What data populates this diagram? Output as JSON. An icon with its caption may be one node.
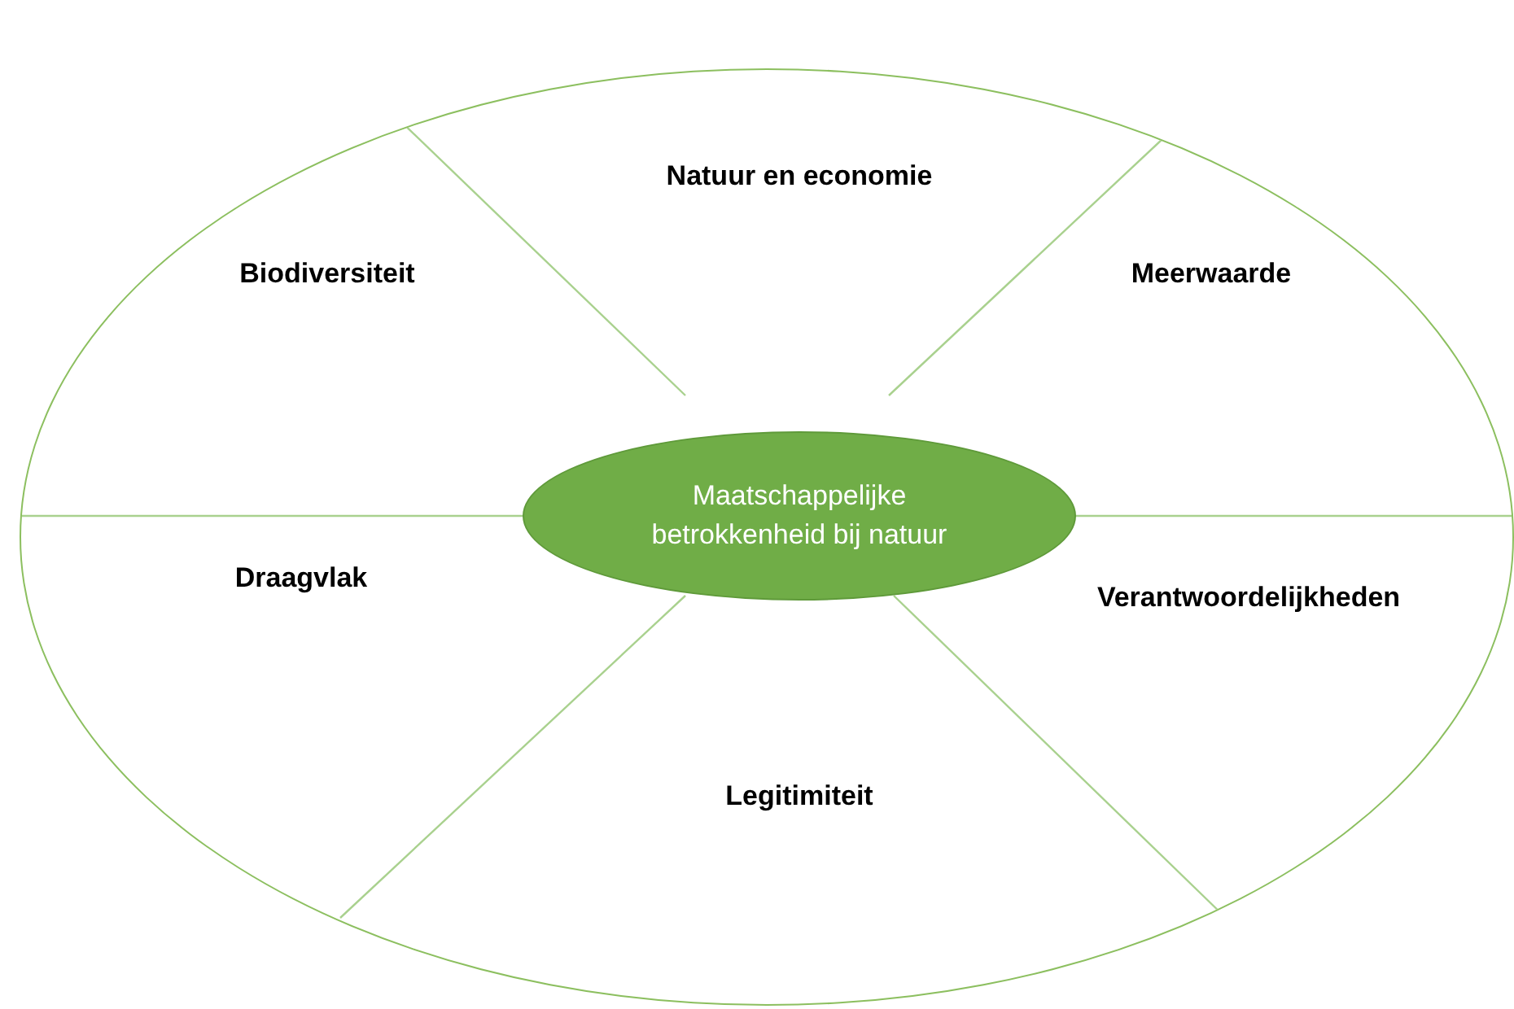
{
  "diagram": {
    "nodes": [
      {
        "text": [],
        "shape": "circle"
      },
      {
        "text": [
          "Natuur en economie"
        ],
        "in": 0
      },
      {
        "text": [
          "Biodiversiteit"
        ],
        "in": 0
      },
      {
        "text": [
          "Meerwaarde"
        ],
        "in": 0
      },
      {
        "text": [
          "Maatschappelijke betrokkenheid bij natuur"
        ],
        "in": 0
      },
      {
        "text": [
          "Draagvlak"
        ],
        "in": 0
      },
      {
        "text": [
          "Verantwoordelijkheden"
        ],
        "in": 0
      },
      {
        "text": [
          "Legitimiteit"
        ],
        "in": 0
      }
    ]
  }
}
